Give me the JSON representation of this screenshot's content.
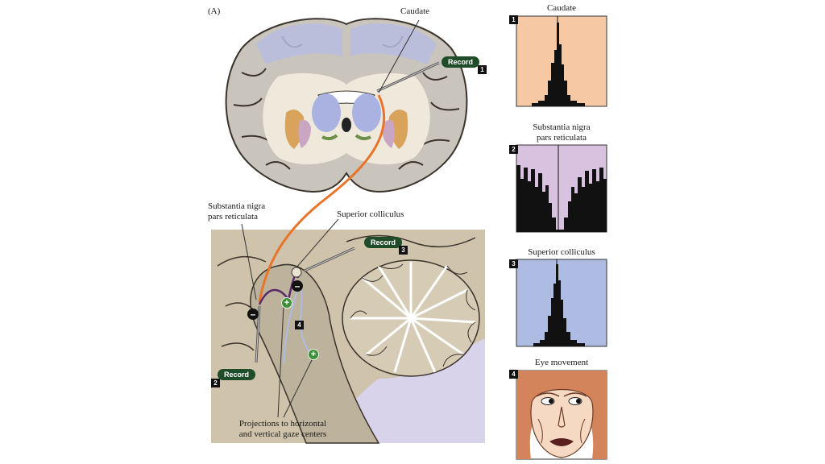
{
  "figure": {
    "panel_letter": "(A)",
    "labels": {
      "caudate": "Caudate",
      "substantia_nigra": "Substantia nigra\npars reticulata",
      "superior_colliculus": "Superior colliculus",
      "projections": "Projections to horizontal\nand vertical gaze centers"
    },
    "record_label": "Record",
    "electrode_numbers": [
      "1",
      "2",
      "3",
      "4"
    ],
    "signs": {
      "minus": "–",
      "plus": "+"
    }
  },
  "panels": [
    {
      "number": "1",
      "title": "Caudate",
      "color": "#f6c9a4",
      "kind": "burst"
    },
    {
      "number": "2",
      "title": "Substantia nigra\npars reticulata",
      "color": "#d9c2e0",
      "kind": "pause"
    },
    {
      "number": "3",
      "title": "Superior colliculus",
      "color": "#aebce4",
      "kind": "burst"
    },
    {
      "number": "4",
      "title": "Eye movement",
      "color": "#ffffff",
      "kind": "monkey"
    }
  ],
  "colors": {
    "cortex_gray": "#c9c4bc",
    "cortex_outline": "#3a332c",
    "white_matter": "#efe9dc",
    "caudate_blue": "#a9b2e0",
    "putamen_orange": "#d9a35c",
    "pathway_orange": "#e8752a",
    "pathway_purple": "#5a2a6a",
    "brainstem_tan": "#cfc3ab",
    "background_lavender": "#d8d3ea",
    "record_green": "#1f4d2a",
    "excitatory_green": "#3e8e3a"
  }
}
